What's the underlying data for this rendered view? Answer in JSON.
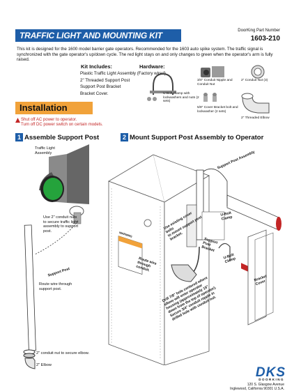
{
  "header": {
    "title": "TRAFFIC LIGHT AND MOUNTING KIT",
    "part_label": "DoorKing Part Number",
    "part_number": "1603-210"
  },
  "intro": "This kit is designed for the 1600 model barrier gate operators. Recommended for the 1603 auto spike system. The traffic signal is synchronized with the gate operator's up/down cycle. The red light stays on and only changes to green when the operator's arm is fully raised.",
  "kit": {
    "heading": "Kit Includes:",
    "items": [
      "Plastic Traffic Light Assembly (Factory wired)",
      "2\" Threaded Support Post",
      "Support Post Bracket",
      "Bracket Cover."
    ]
  },
  "hardware": {
    "heading": "Hardware:",
    "items": [
      "U-Bolt Clamp with lockwashers and nuts (2 sets)",
      "3/4\" Conduit Nipple and Conduit Nut",
      "2\" Conduit Nut (3)",
      "5/8\" Cover Bracket bolt and lockwasher (2 sets)",
      "2\" Threaded Elbow"
    ]
  },
  "installation": {
    "heading": "Installation",
    "warning_1": "Shut off AC power to operator.",
    "warning_2": "Turn off DC power switch on certain models."
  },
  "step1": {
    "num": "1",
    "title": "Assemble Support Post",
    "labels": {
      "light": "Traffic Light Assembly",
      "conduit": "Use 2\" conduit nuts to secure traffic light assembly to support post.",
      "post": "Support Post",
      "route": "Route wire through support post.",
      "nut": "2\" conduit nut to secure elbow.",
      "elbow": "2\" Elbow"
    }
  },
  "step2": {
    "num": "2",
    "title": "Mount Support Post Assembly to Operator",
    "labels": {
      "assembly": "Support Post Assembly",
      "ubolt": "U-Bolt Clamp",
      "bracket": "Support Post Bracket",
      "existing": "Use existing cover bolts",
      "to_mount": "to mount support post bracket.",
      "route": "Route wire through conduit.",
      "drill": "Drill 7/8\" hole centered where elbow will enter operator housing (approximately 15\" down from the top of operator). Secure 3/4\" conduit nipple in drilled hole with conduit nut.",
      "ubolt2": "U-Bolt Clamp",
      "cover": "Bracket Cover",
      "warning": "WARNING"
    }
  },
  "footer": {
    "logo": "DKS",
    "logo_sub": "DOORKING",
    "addr1": "120 S. Glasgow Avenue",
    "addr2": "Inglewood, California 90301 U.S.A."
  },
  "colors": {
    "accent": "#1e5ea8",
    "orange": "#f1a23a",
    "red": "#c32626",
    "green": "#25a33c"
  }
}
